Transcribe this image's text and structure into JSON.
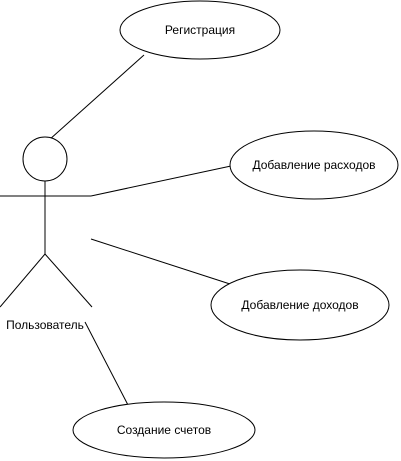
{
  "actor": {
    "label": "Пользователь"
  },
  "use_cases": [
    {
      "id": "registration",
      "label": "Регистрация"
    },
    {
      "id": "add-expenses",
      "label": "Добавление расходов"
    },
    {
      "id": "add-income",
      "label": "Добавление доходов"
    },
    {
      "id": "create-accounts",
      "label": "Создание счетов"
    }
  ],
  "colors": {
    "stroke": "#000000",
    "fill": "#ffffff"
  }
}
